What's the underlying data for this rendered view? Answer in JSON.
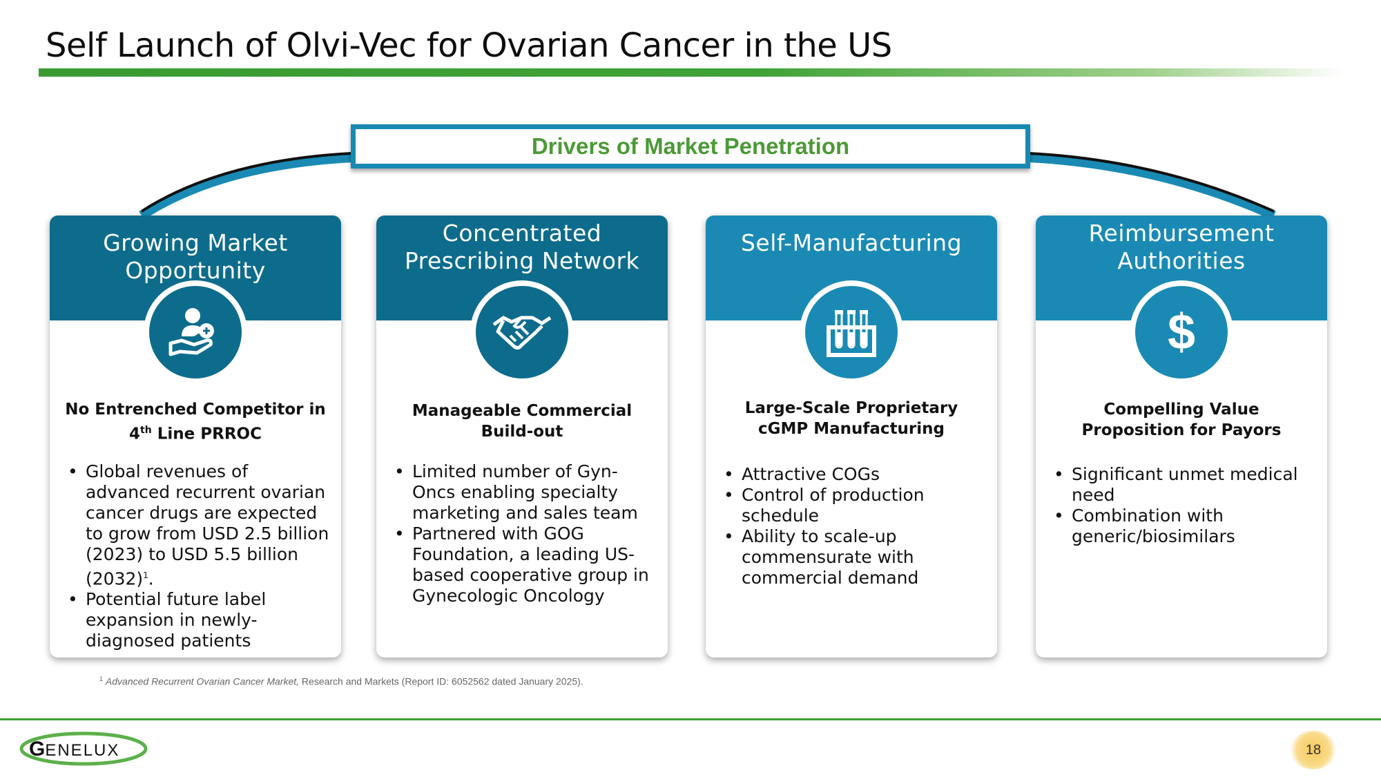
{
  "slide": {
    "title": "Self Launch of Olvi-Vec for Ovarian Cancer in the US",
    "drivers_label": "Drivers of Market Penetration",
    "footnote_sup": "1",
    "footnote_italic": "Advanced Recurrent Ovarian Cancer Market,",
    "footnote_rest": " Research and Markets (Report ID: 6052562 dated January 2025).",
    "page_number": "18",
    "logo_text": "ENELUX",
    "logo_initial": "G"
  },
  "colors": {
    "dark_teal": "#0d6c8c",
    "light_teal": "#1a8ab4",
    "green": "#4b9a36"
  },
  "cards": [
    {
      "title_line1": "Growing Market",
      "title_line2": "Opportunity",
      "icon": "patient-care-icon",
      "subtitle_line1": "No Entrenched Competitor in",
      "subtitle_line2_pre": "4",
      "subtitle_line2_sup": "th",
      "subtitle_line2_post": " Line PRROC",
      "bullets": [
        "Global revenues of advanced recurrent ovarian cancer drugs are expected to grow from USD 2.5 billion (2023) to USD 5.5 billion (2032)",
        "Potential future label expansion in newly-diagnosed patients"
      ],
      "bullet1_sup": "1",
      "bullet1_end": "."
    },
    {
      "title_line1": "Concentrated",
      "title_line2": "Prescribing Network",
      "icon": "handshake-icon",
      "subtitle_line1": "Manageable Commercial",
      "subtitle_line2": "Build-out",
      "bullets": [
        "Limited number of Gyn-Oncs enabling specialty marketing and sales team",
        "Partnered with GOG Foundation, a leading US-based cooperative group in Gynecologic Oncology"
      ]
    },
    {
      "title_line1": "Self-Manufacturing",
      "icon": "test-tubes-icon",
      "subtitle_line1": "Large-Scale Proprietary",
      "subtitle_line2": "cGMP Manufacturing",
      "bullets": [
        "Attractive COGs",
        "Control of production schedule",
        "Ability to scale-up commensurate with commercial demand"
      ]
    },
    {
      "title_line1": "Reimbursement",
      "title_line2": "Authorities",
      "icon": "dollar-icon",
      "icon_glyph": "$",
      "subtitle_line1": "Compelling Value",
      "subtitle_line2": "Proposition for Payors",
      "bullets": [
        "Significant unmet medical need",
        "Combination with generic/biosimilars"
      ]
    }
  ]
}
